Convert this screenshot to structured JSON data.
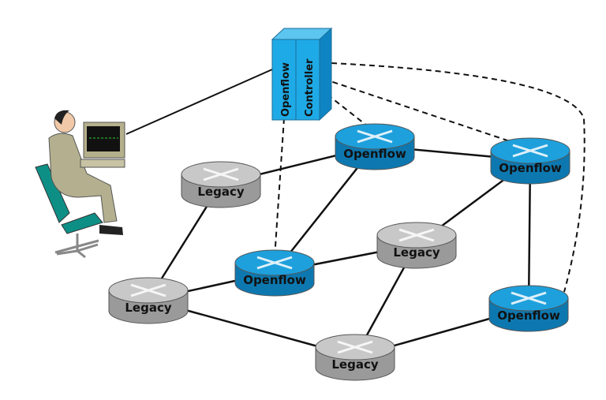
{
  "diagram": {
    "controller": {
      "labels": [
        "Openflow",
        "Controller"
      ],
      "color": "#1aa3e0"
    },
    "colors": {
      "openflow": "#1ea0dc",
      "openflow_dark": "#0d78b0",
      "legacy": "#c8c8c8",
      "legacy_dark": "#9a9a9a",
      "link": "#111111"
    },
    "nodes": [
      {
        "id": "of1",
        "type": "openflow",
        "label": "Openflow"
      },
      {
        "id": "of2",
        "type": "openflow",
        "label": "Openflow"
      },
      {
        "id": "of3",
        "type": "openflow",
        "label": "Openflow"
      },
      {
        "id": "of4",
        "type": "openflow",
        "label": "Openflow"
      },
      {
        "id": "lg1",
        "type": "legacy",
        "label": "Legacy"
      },
      {
        "id": "lg2",
        "type": "legacy",
        "label": "Legacy"
      },
      {
        "id": "lg3",
        "type": "legacy",
        "label": "Legacy"
      },
      {
        "id": "lg4",
        "type": "legacy",
        "label": "Legacy"
      }
    ],
    "links": [
      [
        "lg1",
        "of1"
      ],
      [
        "of1",
        "of2"
      ],
      [
        "of1",
        "of3"
      ],
      [
        "lg1",
        "lg2"
      ],
      [
        "lg2",
        "of3"
      ],
      [
        "of3",
        "lg3"
      ],
      [
        "lg3",
        "of2"
      ],
      [
        "of2",
        "of4"
      ],
      [
        "lg2",
        "lg4"
      ],
      [
        "lg3",
        "lg4"
      ],
      [
        "lg4",
        "of4"
      ]
    ],
    "control_links": [
      "of1",
      "of2",
      "of3",
      "of4"
    ],
    "operator": {
      "label": "operator-workstation"
    }
  }
}
